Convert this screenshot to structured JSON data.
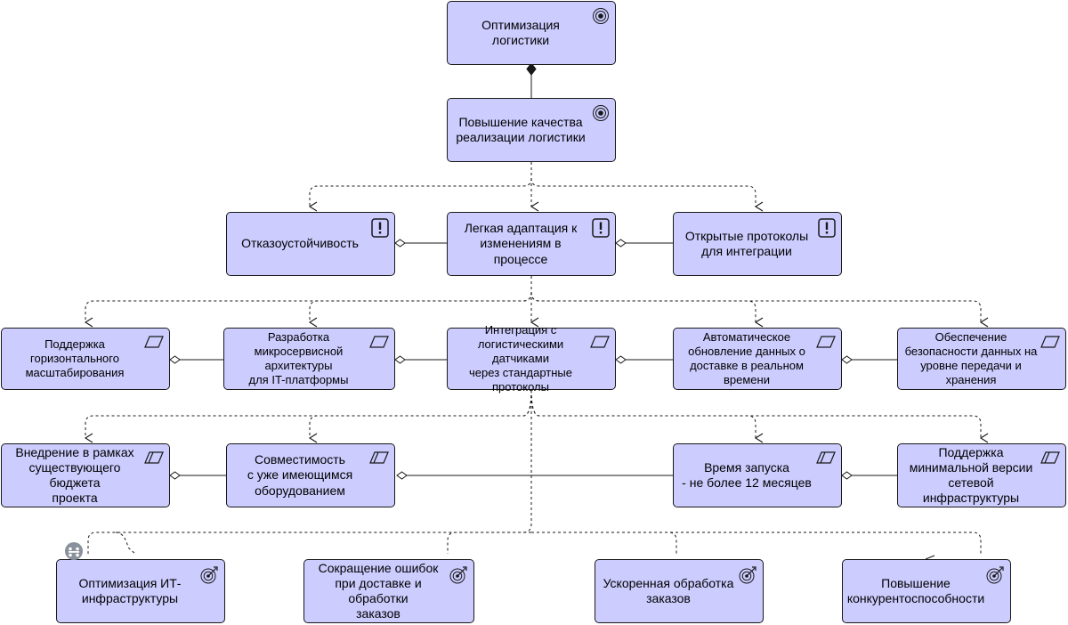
{
  "nodes": {
    "n_goal_top": "Оптимизация логистики",
    "n_goal_2": "Повышение качества\nреализации логистики",
    "n_p_fault": "Отказоустойчивость",
    "n_p_adapt": "Легкая адаптация к\nизменениям в\nпроцессе",
    "n_p_open": "Открытые протоколы\nдля интеграции",
    "n_r_horiz": "Поддержка горизонтального\nмасштабирования",
    "n_r_micro": "Разработка\nмикросервисной архитектуры\nдля IT-платформы",
    "n_r_integr": "Интеграция с\nлогистическими датчиками\nчерез стандартные\nпротоколы",
    "n_r_auto": "Автоматическое\nобновление данных о\nдоставке в реальном\nвремени",
    "n_r_sec": "Обеспечение\nбезопасности данных на\nуровне передачи и хранения",
    "n_c_budget": "Внедрение в рамках\nсуществующего бюджета\nпроекта",
    "n_c_compat": "Совместимость\nс уже имеющимся\nоборудованием",
    "n_c_time": "Время запуска\n- не более 12 месяцев",
    "n_c_infra": "Поддержка\nминимальной версии\nсетевой инфраструктуры",
    "n_o_it": "Оптимизация ИТ-\nинфраструктуры",
    "n_o_err": "Сокращение ошибок\nпри доставке и обработки\nзаказов",
    "n_o_fast": "Ускоренная обработка\nзаказов",
    "n_o_comp": "Повышение\nконкурентоспособности"
  },
  "icons": {
    "goal": "goal-icon",
    "principle": "principle-icon",
    "requirement": "requirement-icon",
    "constraint": "constraint-icon",
    "outcome": "outcome-icon",
    "influence": "influence-icon"
  },
  "colors": {
    "node_fill": "#ccccff",
    "stroke": "#181818",
    "badge": "#8a919c"
  }
}
